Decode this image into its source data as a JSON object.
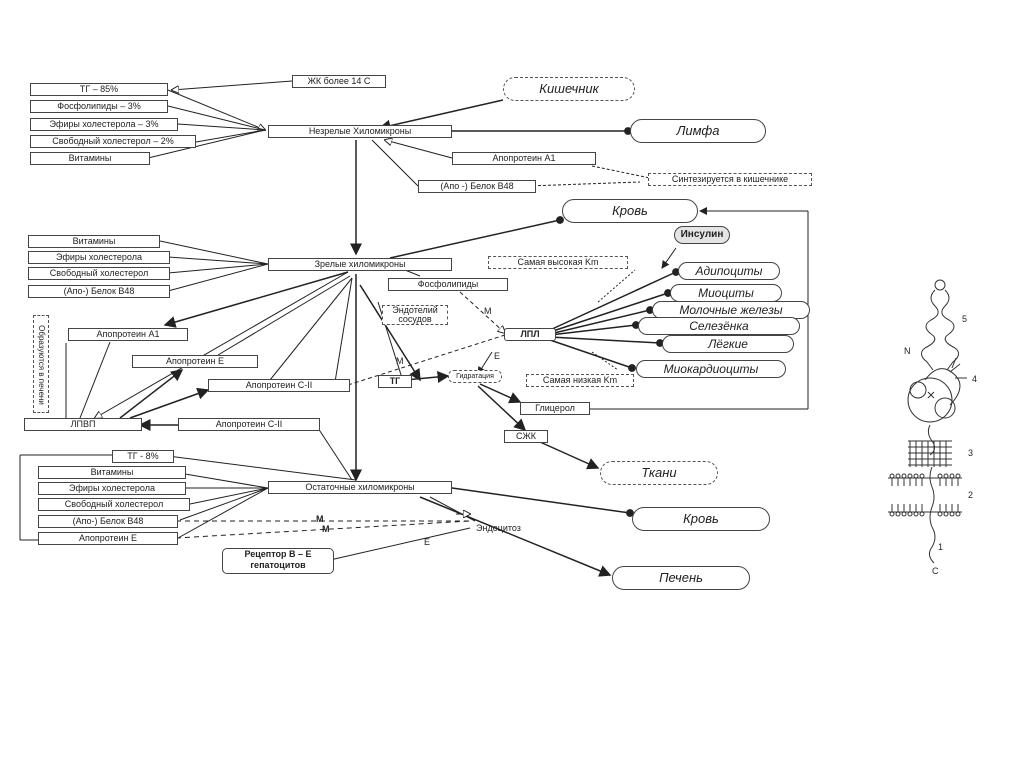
{
  "left_boxes": {
    "tg85": "ТГ – 85%",
    "phospholipids3": "Фосфолипиды – 3%",
    "chol_esters3": "Эфиры холестерола – 3%",
    "free_chol2": "Свободный холестерол – 2%",
    "vitamins1": "Витамины",
    "vitamins2": "Витамины",
    "chol_esters2": "Эфиры холестерола",
    "free_chol_b": "Свободный холестерол",
    "apo_b48_a": "(Апо-) Белок В48",
    "apo_a1_a": "Апопротеин А1",
    "apo_e_a": "Апопротеин Е",
    "apo_c2_a": "Апопротеин С-II",
    "apo_c2_b": "Апопротеин С-II",
    "hdl": "ЛПВП",
    "hdl_vertical": "Образуются в печени",
    "tg8": "ТГ - 8%",
    "vitamins3": "Витамины",
    "chol_esters3b": "Эфиры холестерола",
    "free_chol3": "Свободный холестерол",
    "apo_b48_b": "(Апо-) Белок В48",
    "apo_e_b": "Апопротеин Е"
  },
  "center_boxes": {
    "fa14": "ЖК более 14 С",
    "immature": "Незрелые Хиломикроны",
    "apo_a1": "Апопротеин А1",
    "apo_b48": "(Апо -) Белок В48",
    "synth_intestine": "Синтезируется в кишечнике",
    "mature": "Зрелые хиломикроны",
    "phospholipids": "Фосфолипиды",
    "endothelium": "Эндотелий сосудов",
    "lpl": "ЛПЛ",
    "highest_km": "Самая высокая Km",
    "lowest_km": "Самая низкая Km",
    "tg": "ТГ",
    "hydration": "Гидратация",
    "glycerol": "Глицерол",
    "ffa": "СЖК",
    "remnant": "Остаточные хиломикроны",
    "endocytosis": "Эндоцитоз",
    "receptor_line1": "Рецептор В – Е",
    "receptor_line2": "гепатоцитов"
  },
  "ovals": {
    "intestine": "Кишечник",
    "lymph": "Лимфа",
    "blood1": "Кровь",
    "insulin": "Инсулин",
    "adipocytes": "Адипоциты",
    "myocytes": "Миоциты",
    "mammary": "Молочные железы",
    "spleen": "Селезёнка",
    "lungs": "Лёгкие",
    "myocardiocytes": "Миокардиоциты",
    "tissues": "Ткани",
    "blood2": "Кровь",
    "liver": "Печень"
  },
  "edge_labels": {
    "m1": "М",
    "m2": "М",
    "e1": "Е",
    "m3": "М",
    "m4": "М",
    "e2": "Е"
  },
  "receptor_figure": {
    "n": "N",
    "c": "C",
    "d1": "1",
    "d2": "2",
    "d3": "3",
    "d4": "4",
    "d5": "5"
  }
}
